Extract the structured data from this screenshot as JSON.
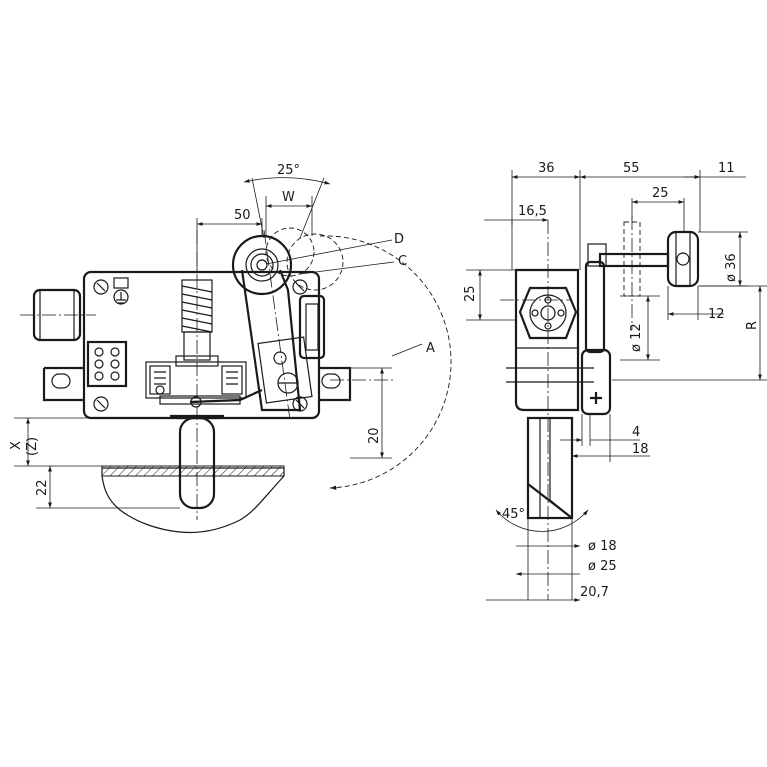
{
  "diagram": {
    "side_view": {
      "angle_label": "25°",
      "w_label": "W",
      "dim_50": "50",
      "label_d": "D",
      "label_c": "C",
      "label_a": "A",
      "dim_20": "20",
      "dim_22": "22",
      "x_label": "X",
      "z_label": "(Z)"
    },
    "front_view": {
      "dim_36_top": "36",
      "dim_55": "55",
      "dim_11": "11",
      "dim_25_top": "25",
      "dim_16_5": "16,5",
      "dim_25_left": "25",
      "dim_dia_36": "ø 36",
      "dim_dia_12": "ø 12",
      "dim_12": "12",
      "dim_r": "R",
      "dim_4": "4",
      "dim_18": "18",
      "angle_45": "45°",
      "dim_dia_18": "ø 18",
      "dim_dia_25": "ø 25",
      "dim_20_7": "20,7"
    }
  }
}
